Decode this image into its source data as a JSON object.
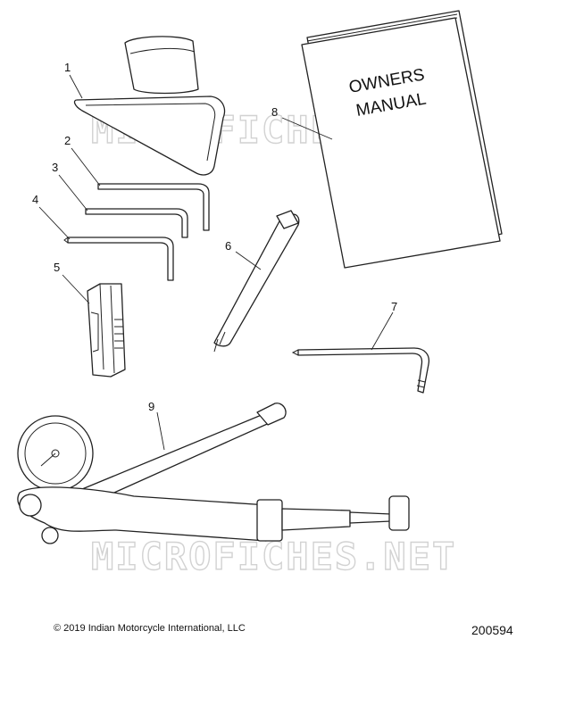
{
  "watermark": {
    "text": "MICROFICHES.NET"
  },
  "manual": {
    "line1": "OWNERS",
    "line2": "MANUAL"
  },
  "callouts": [
    "1",
    "2",
    "3",
    "4",
    "5",
    "6",
    "7",
    "8",
    "9"
  ],
  "footer": {
    "copyright": "©  2019 Indian Motorcycle International, LLC",
    "figure_id": "200594"
  }
}
